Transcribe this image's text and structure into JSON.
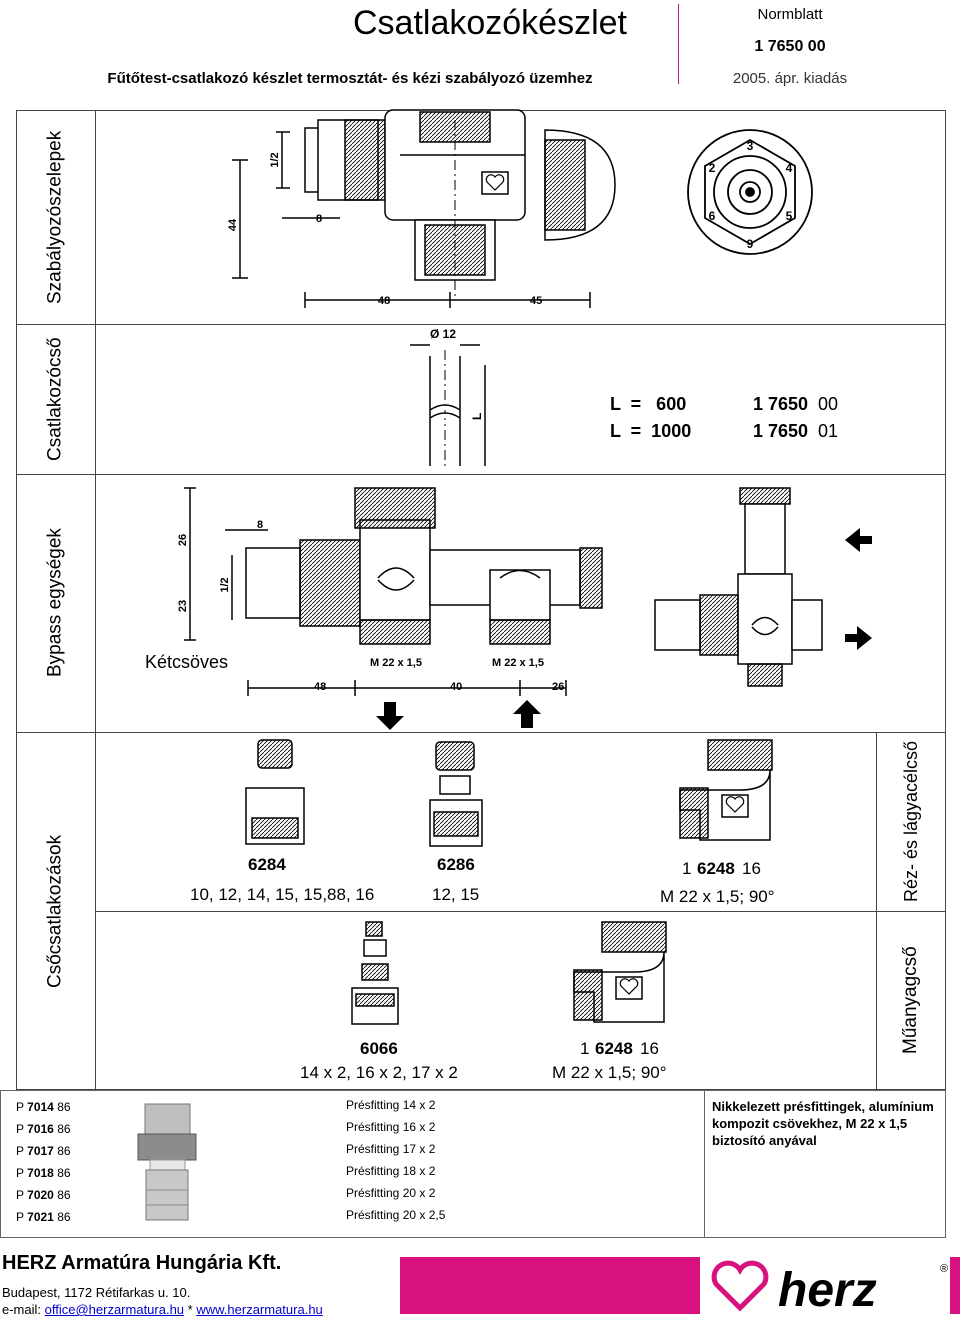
{
  "header": {
    "title": "Csatlakozókészlet",
    "subtitle": "Fűtőtest-csatlakozó készlet termosztát- és kézi szabályozó üzemhez",
    "norm_label": "Normblatt",
    "norm_number": "1 7650 00",
    "edition": "2005. ápr. kiadás"
  },
  "sections": {
    "valves": "Szabályozószelepek",
    "pipe": "Csatlakozócső",
    "bypass": "Bypass egységek",
    "pipe_connections": "Csőcsatlakozások",
    "copper": "Réz- és lágyacélcső",
    "plastic": "Műanyagcső"
  },
  "valve_dims": {
    "d44": "44",
    "d12": "1/2",
    "d8": "8",
    "d48": "48",
    "d45": "45"
  },
  "hex_numbers": [
    "3",
    "2",
    "4",
    "5",
    "9",
    "6"
  ],
  "pipe": {
    "diameter": "Ø 12",
    "l_label": "L",
    "rows": [
      {
        "l": "L  =   600",
        "code_a": "1 7650",
        "code_b": "00"
      },
      {
        "l": "L  =  1000",
        "code_a": "1 7650",
        "code_b": "01"
      }
    ]
  },
  "bypass": {
    "label": "Kétcsöves",
    "d26": "26",
    "d23": "23",
    "d12": "1/2",
    "d8": "8",
    "thread_a": "M 22 x 1,5",
    "thread_b": "M 22 x 1,5",
    "d48": "48",
    "d40": "40",
    "d26b": "26"
  },
  "fittings": {
    "f6284": {
      "code": "6284",
      "sizes": "10, 12, 14, 15, 15,88, 16"
    },
    "f6286": {
      "code": "6286",
      "sizes": "12, 15"
    },
    "elbow1": {
      "code_a": "1",
      "code_b": "6248",
      "code_c": "16",
      "spec": "M 22 x 1,5; 90°"
    },
    "f6066": {
      "code": "6066",
      "sizes": "14 x 2, 16 x 2, 17 x 2"
    },
    "elbow2": {
      "code_a": "1",
      "code_b": "6248",
      "code_c": "16",
      "spec": "M 22 x 1,5; 90°"
    }
  },
  "products": [
    {
      "p": "P",
      "code": "7014",
      "suffix": "86",
      "desc": "Présfitting 14 x 2"
    },
    {
      "p": "P",
      "code": "7016",
      "suffix": "86",
      "desc": "Présfitting 16 x 2"
    },
    {
      "p": "P",
      "code": "7017",
      "suffix": "86",
      "desc": "Présfitting 17 x 2"
    },
    {
      "p": "P",
      "code": "7018",
      "suffix": "86",
      "desc": "Présfitting 18 x 2"
    },
    {
      "p": "P",
      "code": "7020",
      "suffix": "86",
      "desc": "Présfitting 20 x 2"
    },
    {
      "p": "P",
      "code": "7021",
      "suffix": "86",
      "desc": "Présfitting 20 x 2,5"
    }
  ],
  "products_note": "Nikkelezett présfittingek, alumínium kompozit csövekhez, M 22 x 1,5 biztosító anyával",
  "footer": {
    "company": "HERZ Armatúra Hungária Kft.",
    "address": "Budapest, 1172 Rétifarkas u. 10.",
    "email_label": "e-mail: ",
    "email": "office@herzarmatura.hu",
    "sep": " * ",
    "web": "www.herzarmatura.hu",
    "logo_text": "herz",
    "registered": "®"
  },
  "colors": {
    "brand": "#d9117f",
    "rule": "#c0208a",
    "link": "#0000cc"
  }
}
